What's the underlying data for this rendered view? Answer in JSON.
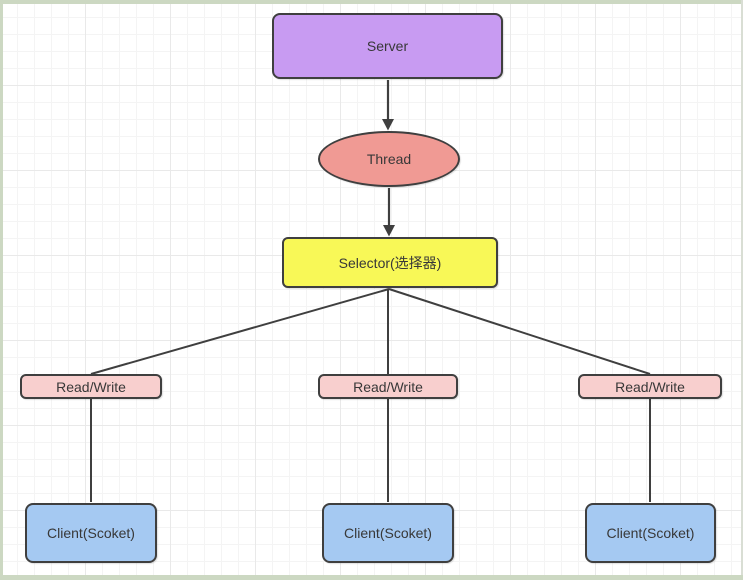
{
  "canvas": {
    "background": "#ffffff",
    "grid_minor_color": "#f4f4f4",
    "grid_major_color": "#e9e9e9",
    "edge_border_color": "#ccd8c2"
  },
  "diagram": {
    "stroke": "#3f3f3f",
    "text_color": "#383838",
    "nodes": {
      "server": {
        "label": "Server",
        "shape": "rounded-rect",
        "fill": "#c89bf2"
      },
      "thread": {
        "label": "Thread",
        "shape": "ellipse",
        "fill": "#f09a94"
      },
      "selector": {
        "label": "Selector(选择器)",
        "shape": "rounded-rect",
        "fill": "#f8f857"
      },
      "read_write_1": {
        "label": "Read/Write",
        "shape": "rounded-rect",
        "fill": "#f8cfce"
      },
      "read_write_2": {
        "label": "Read/Write",
        "shape": "rounded-rect",
        "fill": "#f8cfce"
      },
      "read_write_3": {
        "label": "Read/Write",
        "shape": "rounded-rect",
        "fill": "#f8cfce"
      },
      "client_1": {
        "label": "Client(Scoket)",
        "shape": "rounded-rect",
        "fill": "#a5c9f2"
      },
      "client_2": {
        "label": "Client(Scoket)",
        "shape": "rounded-rect",
        "fill": "#a5c9f2"
      },
      "client_3": {
        "label": "Client(Scoket)",
        "shape": "rounded-rect",
        "fill": "#a5c9f2"
      }
    },
    "edges": [
      {
        "from": "server",
        "to": "thread",
        "arrow": true
      },
      {
        "from": "thread",
        "to": "selector",
        "arrow": true
      },
      {
        "from": "selector",
        "to": "read_write_1",
        "arrow": false
      },
      {
        "from": "selector",
        "to": "read_write_2",
        "arrow": false
      },
      {
        "from": "selector",
        "to": "read_write_3",
        "arrow": false
      },
      {
        "from": "read_write_1",
        "to": "client_1",
        "arrow": false
      },
      {
        "from": "read_write_2",
        "to": "client_2",
        "arrow": false
      },
      {
        "from": "read_write_3",
        "to": "client_3",
        "arrow": false
      }
    ]
  }
}
